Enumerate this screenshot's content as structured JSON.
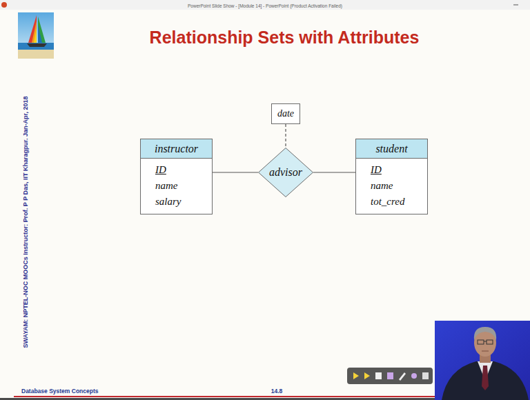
{
  "diagram": {
    "title": "Relationship Sets with Attributes",
    "nodes": [
      {
        "text": [
          "date"
        ]
      },
      {
        "text": [
          "instructor",
          "ID",
          "name",
          "salary"
        ]
      },
      {
        "text": [
          "advisor"
        ]
      },
      {
        "text": [
          "student",
          "ID",
          "name",
          "tot_cred"
        ]
      }
    ],
    "edges": [
      {
        "from": 1,
        "to": 2,
        "arrow": "none"
      },
      {
        "from": 2,
        "to": 3,
        "arrow": "none"
      },
      {
        "from": 0,
        "to": 2,
        "arrow": "none"
      }
    ],
    "labels": [
      "PowerPoint Slide Show - [Module 14] - PowerPoint (Product Activation Failed)",
      "SWAYAM: NPTEL-NOC MOOCs Instructor: Prof. P P Das, IIT Kharagpur. Jan-Apr, 2018",
      "Database System Concepts",
      "14.8"
    ]
  }
}
